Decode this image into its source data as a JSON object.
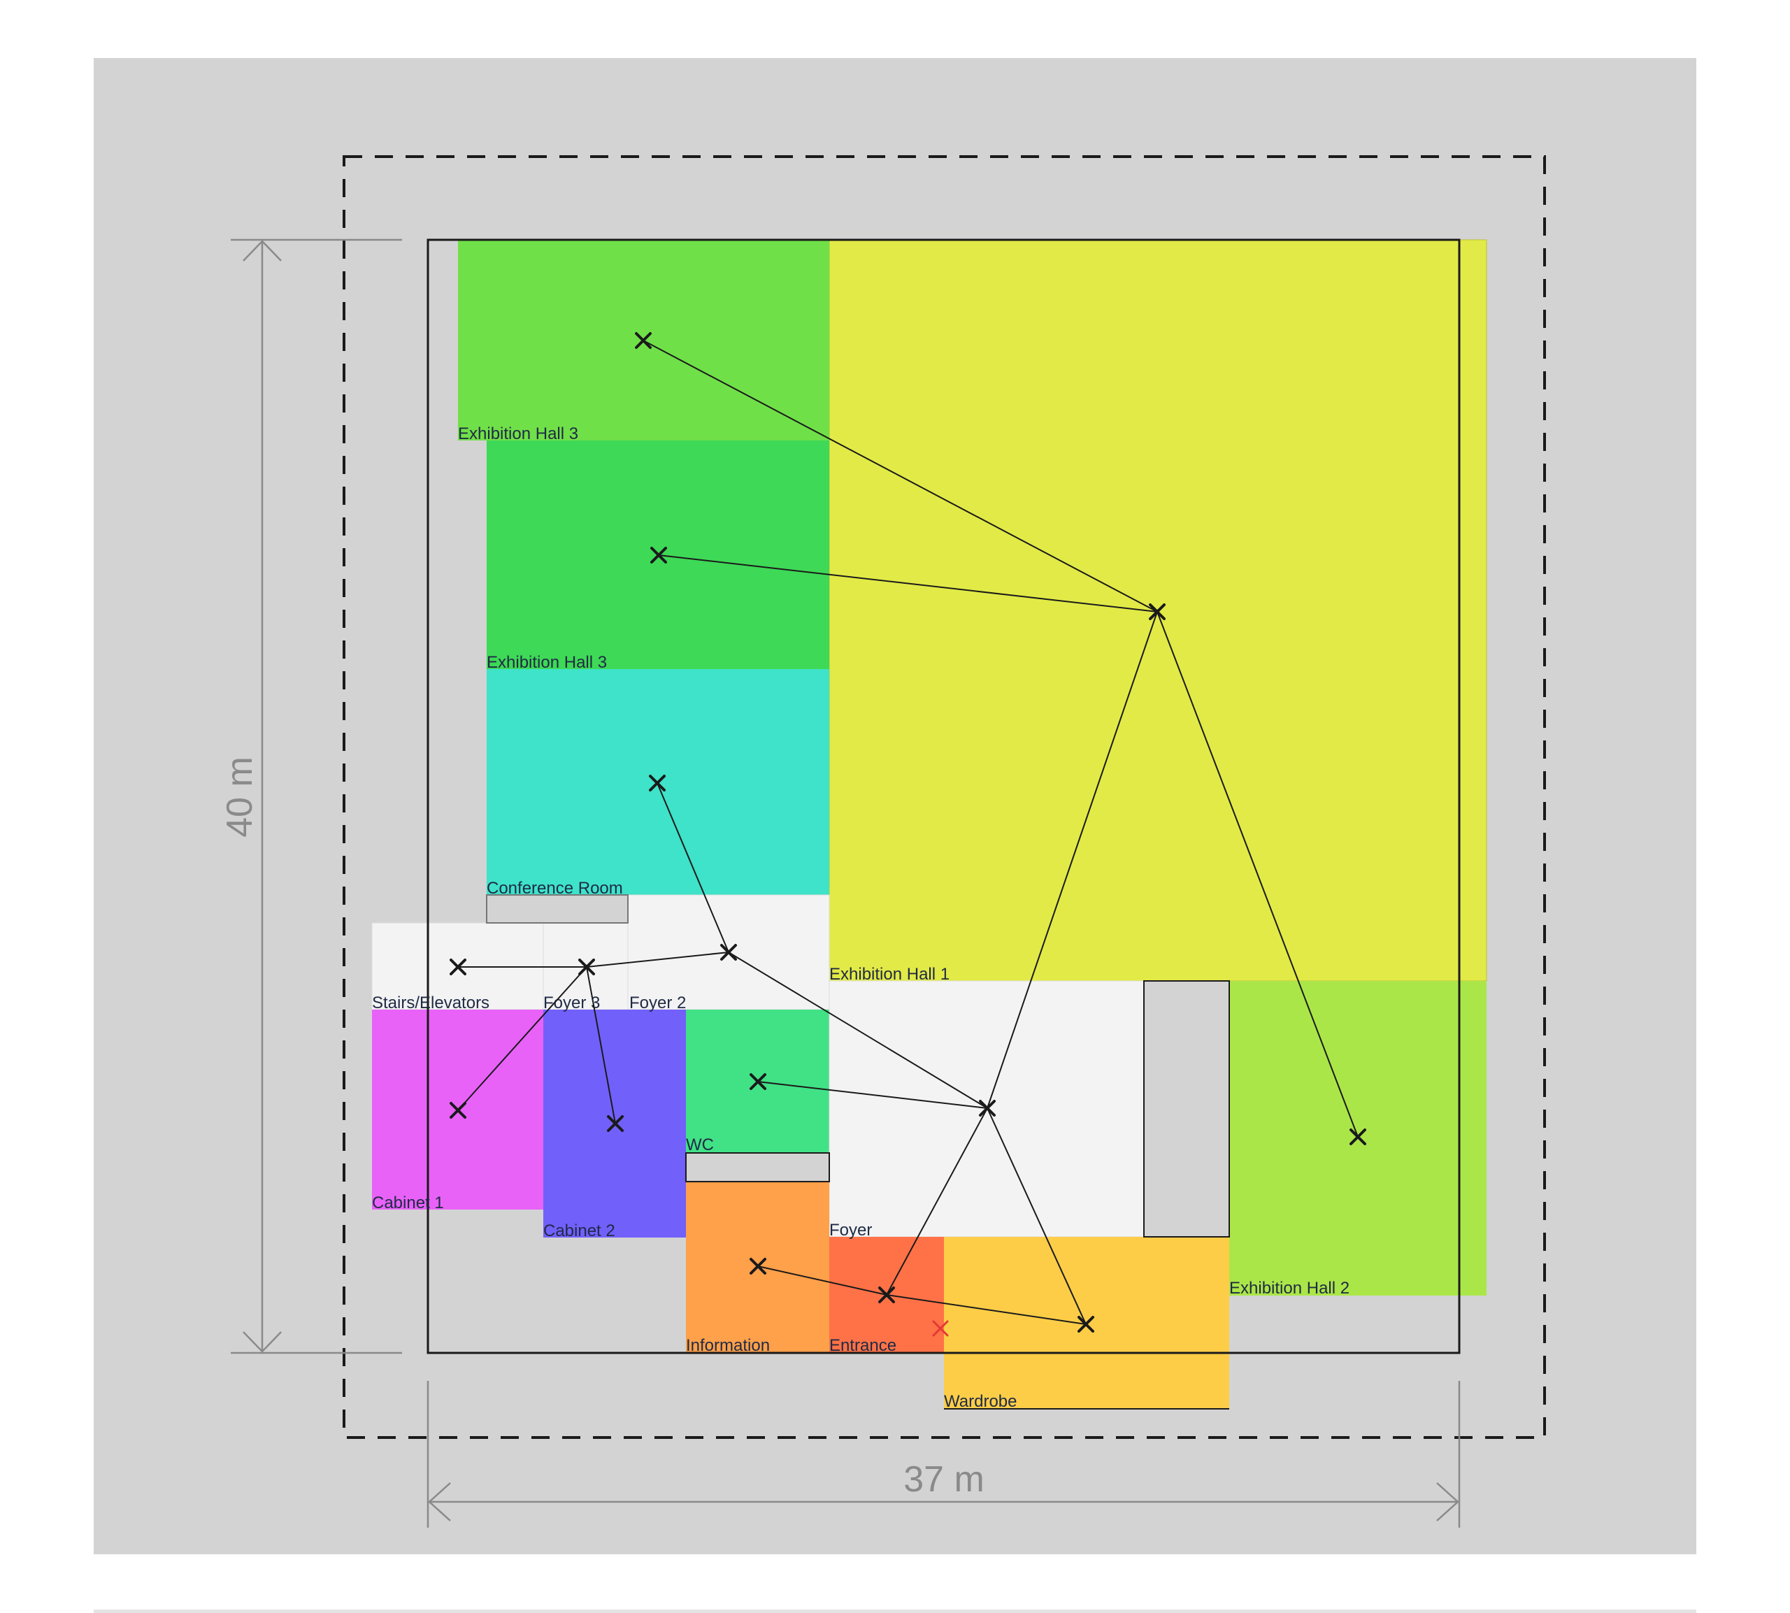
{
  "dimensions": {
    "width_label": "37 m",
    "height_label": "40 m"
  },
  "rooms": [
    {
      "id": "hall1",
      "label": "Exhibition Hall 1",
      "color": "#e2ea47"
    },
    {
      "id": "hall3a",
      "label": "Exhibition Hall 3",
      "color": "#70e049"
    },
    {
      "id": "hall3b",
      "label": "Exhibition Hall 3",
      "color": "#3ed957"
    },
    {
      "id": "conference",
      "label": "Conference Room",
      "color": "#3ee3c9"
    },
    {
      "id": "foyer2",
      "label": "Foyer 2",
      "color": "#f3f3f3"
    },
    {
      "id": "foyer3",
      "label": "Foyer 3",
      "color": "#f3f3f3"
    },
    {
      "id": "stairs",
      "label": "Stairs/Elevators",
      "color": "#f3f3f3"
    },
    {
      "id": "cabinet1",
      "label": "Cabinet 1",
      "color": "#e862f8"
    },
    {
      "id": "cabinet2",
      "label": "Cabinet 2",
      "color": "#7260fb"
    },
    {
      "id": "wc",
      "label": "WC",
      "color": "#41e186"
    },
    {
      "id": "foyer",
      "label": "Foyer",
      "color": "#f3f3f3"
    },
    {
      "id": "information",
      "label": "Information",
      "color": "#ffa04a"
    },
    {
      "id": "entrance",
      "label": "Entrance",
      "color": "#ff7247"
    },
    {
      "id": "wardrobe",
      "label": "Wardrobe",
      "color": "#fdcd48"
    },
    {
      "id": "hall2",
      "label": "Exhibition Hall 2",
      "color": "#abe649"
    }
  ],
  "colors": {
    "background": "#d3d3d3",
    "graph": "#1a1a1a",
    "entrance_marker": "#e53935",
    "dimension": "#8a8a8a"
  }
}
